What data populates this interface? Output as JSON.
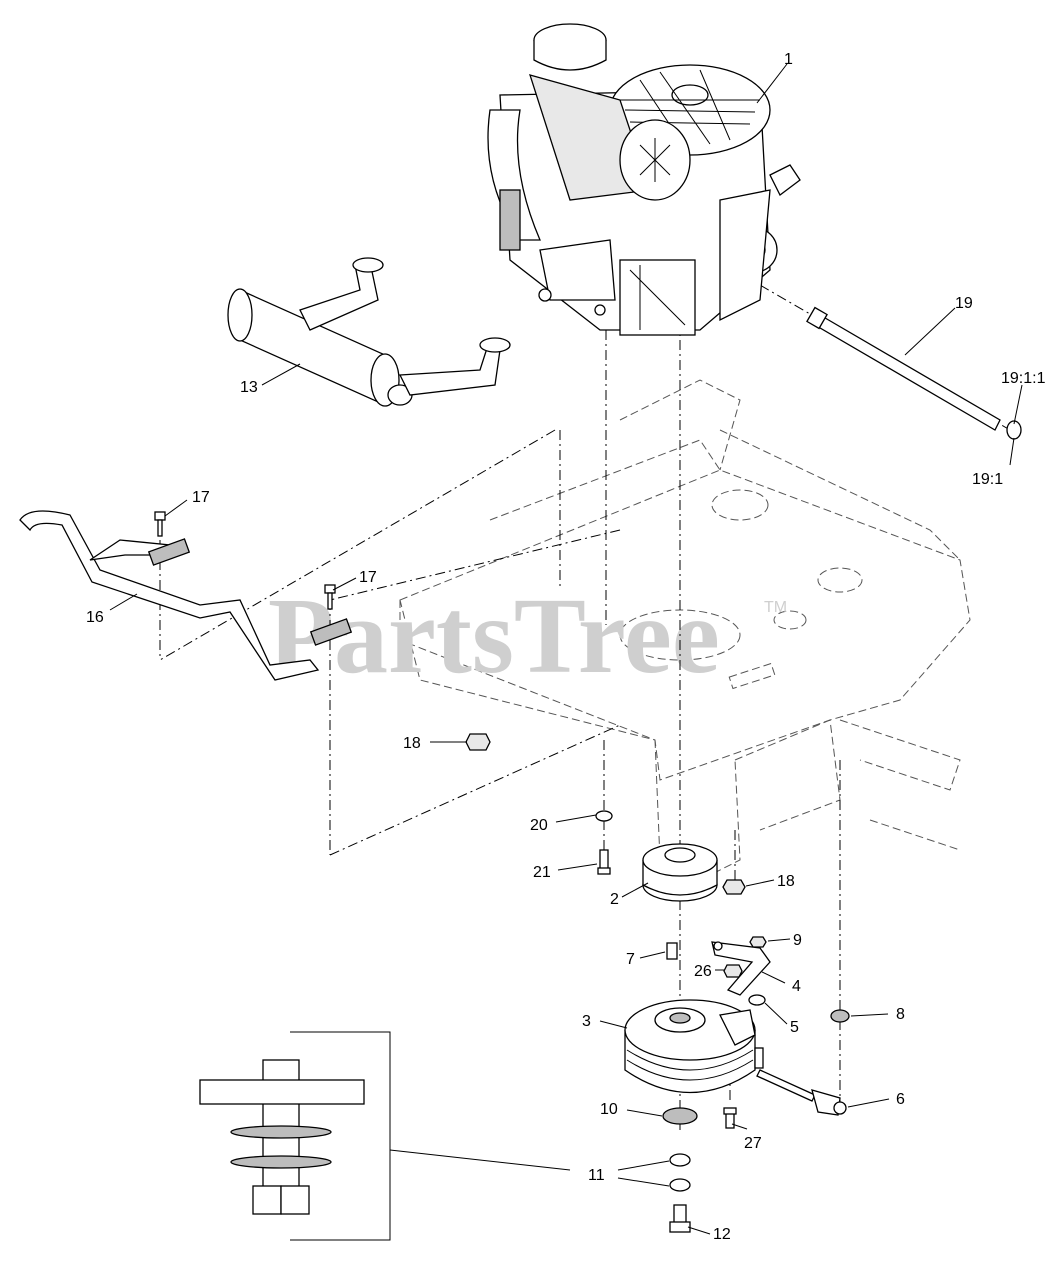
{
  "watermark": {
    "text": "PartsTree",
    "trademark": "TM"
  },
  "callouts": [
    {
      "id": "c1",
      "label": "1"
    },
    {
      "id": "c19",
      "label": "19"
    },
    {
      "id": "c191a",
      "label": "19:1:1"
    },
    {
      "id": "c191",
      "label": "19:1"
    },
    {
      "id": "c13",
      "label": "13"
    },
    {
      "id": "c17a",
      "label": "17"
    },
    {
      "id": "c17b",
      "label": "17"
    },
    {
      "id": "c16",
      "label": "16"
    },
    {
      "id": "c18a",
      "label": "18"
    },
    {
      "id": "c20",
      "label": "20"
    },
    {
      "id": "c21",
      "label": "21"
    },
    {
      "id": "c2",
      "label": "2"
    },
    {
      "id": "c18b",
      "label": "18"
    },
    {
      "id": "c9",
      "label": "9"
    },
    {
      "id": "c7",
      "label": "7"
    },
    {
      "id": "c26",
      "label": "26"
    },
    {
      "id": "c4",
      "label": "4"
    },
    {
      "id": "c3",
      "label": "3"
    },
    {
      "id": "c5",
      "label": "5"
    },
    {
      "id": "c8",
      "label": "8"
    },
    {
      "id": "c10",
      "label": "10"
    },
    {
      "id": "c6",
      "label": "6"
    },
    {
      "id": "c27",
      "label": "27"
    },
    {
      "id": "c11",
      "label": "11"
    },
    {
      "id": "c12",
      "label": "12"
    }
  ]
}
